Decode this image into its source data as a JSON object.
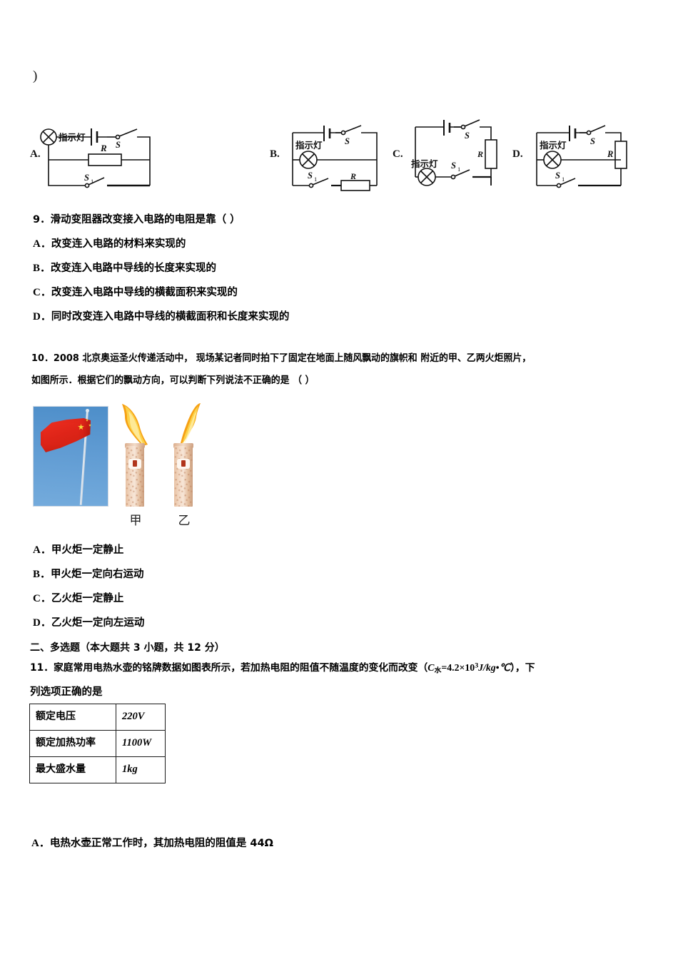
{
  "document": {
    "stray_paren": ")"
  },
  "circuit_options": {
    "items": [
      {
        "letter": "A.",
        "lamp_label": "指示灯",
        "resistor_label": "R",
        "switch_main": "S",
        "switch_aux": "S₁",
        "layout": "lamp-left-resistor-middle"
      },
      {
        "letter": "B.",
        "lamp_label": "指示灯",
        "resistor_label": "R",
        "switch_main": "S",
        "switch_aux": "S₁",
        "layout": "lamp-center-resistor-bottom-right"
      },
      {
        "letter": "C.",
        "lamp_label": "指示灯",
        "resistor_label": "R",
        "switch_main": "S",
        "switch_aux": "S₁",
        "layout": "lamp-bottom-left-resistor-right-vertical"
      },
      {
        "letter": "D.",
        "lamp_label": "指示灯",
        "resistor_label": "R",
        "switch_main": "S",
        "switch_aux": "S₁",
        "layout": "lamp-center-resistor-right-vertical"
      }
    ]
  },
  "question9": {
    "stem": "9．滑动变阻器改变接入电路的电阻是靠（    ）",
    "options": [
      {
        "letter": "A．",
        "text": "改变连入电路的材料来实现的"
      },
      {
        "letter": "B．",
        "text": "改变连入电路中导线的长度来实现的"
      },
      {
        "letter": "C．",
        "text": "改变连入电路中导线的横截面积来实现的"
      },
      {
        "letter": "D．",
        "text": "同时改变连入电路中导线的横截面积和长度来实现的"
      }
    ]
  },
  "question10": {
    "stem_line1": "10．2008 北京奥运圣火传递活动中， 现场某记者同时拍下了固定在地面上随风飘动的旗帜和 附近的甲、乙两火炬照片，",
    "stem_line2": "如图所示．根据它们的飘动方向，可以判断下列说法不正确的是    （   ）",
    "figure": {
      "flag_caption": "",
      "torch_left_label": "甲",
      "torch_right_label": "乙",
      "sky_color": "#5e9ad2",
      "flag_color": "#de2418",
      "flame_color": "#f59a10",
      "torch_body_color": "#e8c2a4"
    },
    "options": [
      {
        "letter": "A．",
        "text": "甲火炬一定静止"
      },
      {
        "letter": "B．",
        "text": "甲火炬一定向右运动"
      },
      {
        "letter": "C．",
        "text": "乙火炬一定静止"
      },
      {
        "letter": "D．",
        "text": "乙火炬一定向左运动"
      }
    ]
  },
  "section2": {
    "heading": "二、多选题（本大题共 3 小题，共 12 分）"
  },
  "question11": {
    "stem_part1": "11．家庭常用电热水壶的铭牌数据如图表所示，若加热电阻的阻值不随温度的变化而改变（",
    "stem_formula_c": "C",
    "stem_formula_sub": "水",
    "stem_formula_rest": "=4.2×10",
    "stem_formula_exp": "3",
    "stem_formula_unit": "J/kg•℃",
    "stem_part2": "），下",
    "stem_line2": "列选项正确的是",
    "table": {
      "rows": [
        {
          "label": "额定电压",
          "value": "220V"
        },
        {
          "label": "额定加热功率",
          "value": "1100W"
        },
        {
          "label": "最大盛水量",
          "value": "1kg"
        }
      ]
    },
    "options": [
      {
        "letter": "A．",
        "text": "电热水壶正常工作时，其加热电阻的阻值是 44Ω"
      }
    ]
  }
}
